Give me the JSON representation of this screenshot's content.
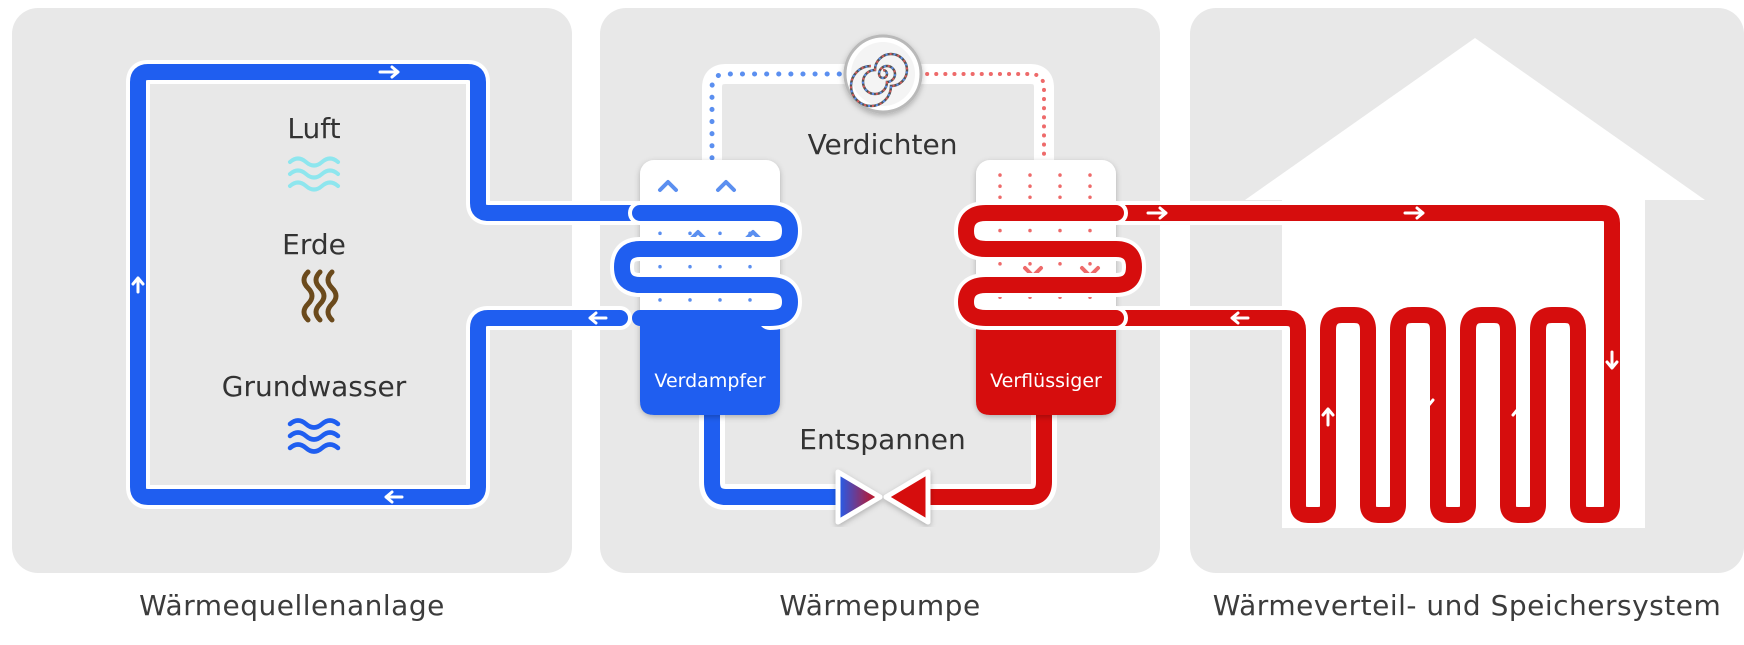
{
  "sections": {
    "source": {
      "caption": "Wärmequellenanlage"
    },
    "pump": {
      "caption": "Wärmepumpe"
    },
    "distribution": {
      "caption": "Wärmeverteil- und Speichersystem"
    }
  },
  "sources": [
    "Luft",
    "Erde",
    "Grundwasser"
  ],
  "steps": {
    "compress": "Verdichten",
    "expand": "Entspannen"
  },
  "units": {
    "evaporator": "Verdampfer",
    "condenser": "Verflüssiger"
  },
  "colors": {
    "panel": "#e8e8e8",
    "cold": "#1f5ef0",
    "hot": "#d60d0d",
    "air": "#8ee6ee",
    "earth": "#6b4a1c",
    "water": "#1f5ef0"
  },
  "icons": {
    "compressor": "spiral-compressor-icon",
    "expansion_valve": "expansion-valve-icon",
    "air": "air-waves-icon",
    "earth": "earth-waves-icon",
    "water": "water-waves-icon",
    "house": "house-outline-icon"
  }
}
